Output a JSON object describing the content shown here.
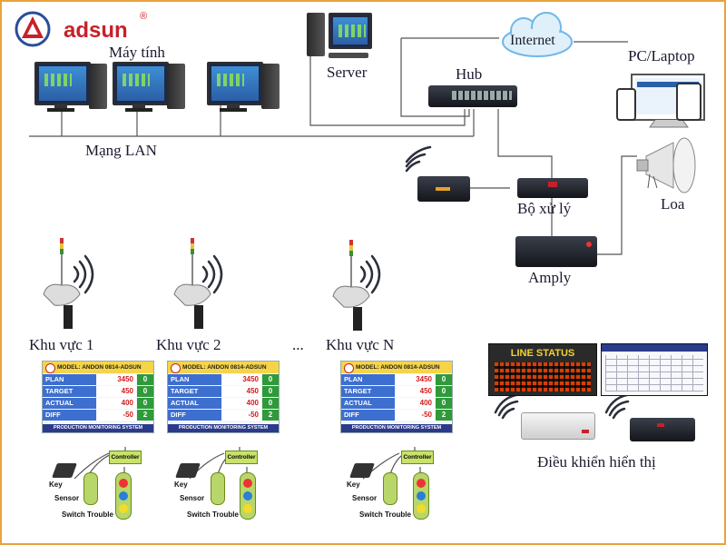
{
  "brand": {
    "name": "adsun",
    "reg": "®"
  },
  "labels": {
    "computers": "Máy tính",
    "lan": "Mạng  LAN",
    "server": "Server",
    "hub": "Hub",
    "internet": "Internet",
    "pc_laptop": "PC/Laptop",
    "processor": "Bộ xử lý",
    "speaker": "Loa",
    "amplifier": "Amply",
    "area1": "Khu vực 1",
    "area2": "Khu vực 2",
    "ellipsis": "...",
    "areaN": "Khu vực N",
    "display_control": "Điều khiển hiển thị"
  },
  "panel": {
    "model": "MODEL: ANDON 0814-ADSUN",
    "rows": [
      {
        "k": "PLAN",
        "v": "3450",
        "z": "0"
      },
      {
        "k": "TARGET",
        "v": "450",
        "z": "0"
      },
      {
        "k": "ACTUAL",
        "v": "400",
        "z": "0"
      },
      {
        "k": "DIFF",
        "v": "-50",
        "z": "2"
      }
    ],
    "footer": "PRODUCTION MONITORING SYSTEM"
  },
  "station": {
    "controller": "Controller",
    "key": "Key",
    "sensor": "Sensor",
    "switch": "Switch Trouble"
  },
  "line_status": "LINE STATUS",
  "colors": {
    "border": "#e8a33a",
    "wire": "#555555",
    "brand": "#c8202a",
    "cloud": "#6fb7e8"
  }
}
